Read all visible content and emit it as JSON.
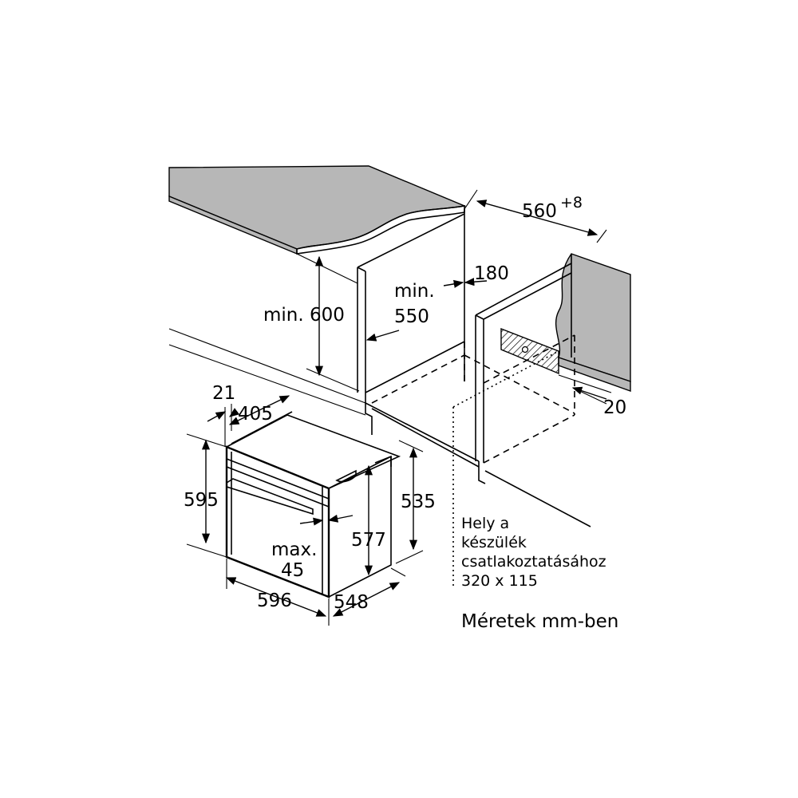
{
  "dimensions": {
    "d560": "560",
    "d560_tol": "+8",
    "d180": "180",
    "min600": "min. 600",
    "min550_a": "min.",
    "min550_b": "550",
    "d20": "20",
    "d21": "21",
    "d405": "405",
    "d595": "595",
    "d535": "535",
    "d577": "577",
    "max45_a": "max.",
    "max45_b": "45",
    "d596": "596",
    "d548": "548"
  },
  "connection_note": {
    "line1": "Hely a",
    "line2": "készülék",
    "line3": "csatlakoztatásához",
    "line4": "320 x 115"
  },
  "units_note": "Méretek mm-ben"
}
